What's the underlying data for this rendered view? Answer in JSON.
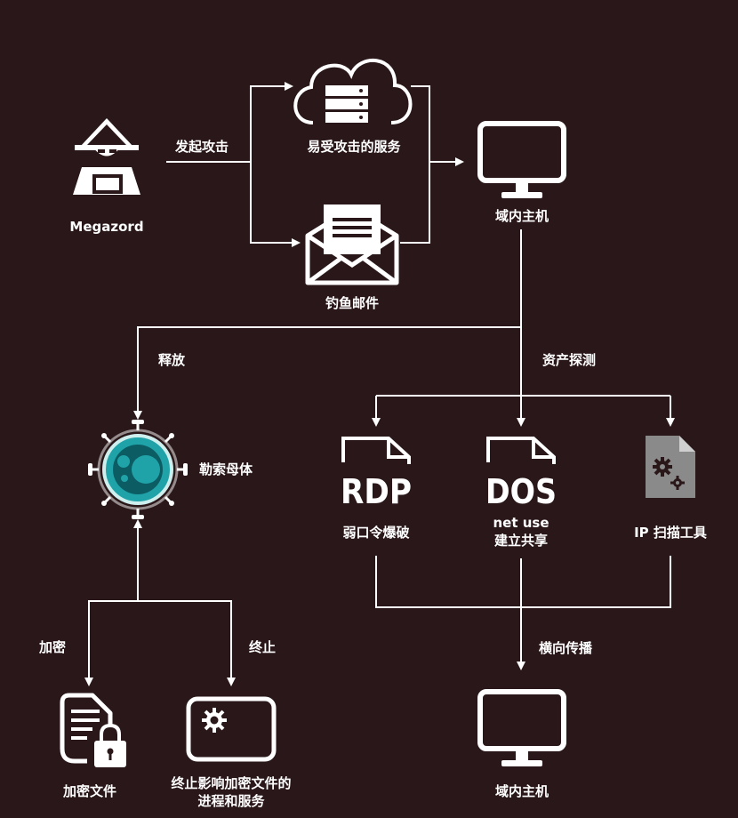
{
  "nodes": {
    "attacker": {
      "label": "Megazord",
      "icon": "hacker-icon"
    },
    "vulnerable_service": {
      "label": "易受攻击的服务",
      "icon": "cloud-server-icon"
    },
    "phishing_mail": {
      "label": "钓鱼邮件",
      "icon": "envelope-icon"
    },
    "domain_host_top": {
      "label": "域内主机",
      "icon": "monitor-icon"
    },
    "ransomware": {
      "label": "勒索母体",
      "icon": "virus-icon"
    },
    "rdp": {
      "label": "弱口令爆破",
      "icon": "rdp-file-icon",
      "file_text": "RDP"
    },
    "dos": {
      "label_line1": "net use",
      "label_line2": "建立共享",
      "icon": "dos-file-icon",
      "file_text": "DOS"
    },
    "ip_scan": {
      "label": "IP 扫描工具",
      "icon": "gear-file-icon"
    },
    "encrypt_file": {
      "label": "加密文件",
      "icon": "locked-document-icon"
    },
    "terminate": {
      "label_line1": "终止影响加密文件的",
      "label_line2": "进程和服务",
      "icon": "gear-window-icon"
    },
    "domain_host_bottom": {
      "label": "域内主机",
      "icon": "monitor-icon"
    }
  },
  "edges": {
    "launch_attack": "发起攻击",
    "release": "释放",
    "asset_probe": "资产探测",
    "encrypt": "加密",
    "terminate": "终止",
    "lateral_move": "横向传播"
  },
  "colors": {
    "background": "#2a1719",
    "foreground": "#ffffff",
    "virus_teal": "#1fa3a8",
    "file_gray": "#8a8a8a"
  }
}
